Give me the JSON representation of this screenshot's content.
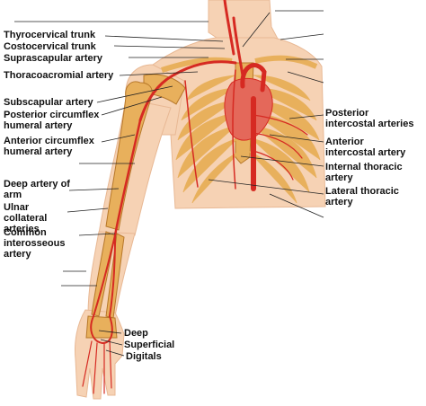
{
  "colors": {
    "skin": "#f6d2b4",
    "skin_shadow": "#e8b894",
    "bone": "#e8b05c",
    "bone_edge": "#b7782a",
    "artery": "#d62a22",
    "heart": "#e4685a",
    "leader": "#222222"
  },
  "labels": {
    "thyrocervical": "Thyrocervical trunk",
    "costocervical": "Costocervical trunk",
    "suprascapular": "Suprascapular artery",
    "thoracoacromial": "Thoracoacromial artery",
    "subscapular": "Subscapular artery",
    "posterior_circumflex": "Posterior circumflex humeral artery",
    "anterior_circumflex": "Anterior circumflex humeral artery",
    "deep_artery_arm": "Deep artery of arm",
    "ulnar_collateral": "Ulnar collateral arteries",
    "common_interosseous": "Common interosseous artery",
    "deep": "Deep",
    "superficial": "Superficial",
    "digitals": "Digitals",
    "posterior_intercostal": "Posterior intercostal arteries",
    "anterior_intercostal": "Anterior intercostal artery",
    "internal_thoracic": "Internal thoracic artery",
    "lateral_thoracic": "Lateral thoracic artery"
  }
}
